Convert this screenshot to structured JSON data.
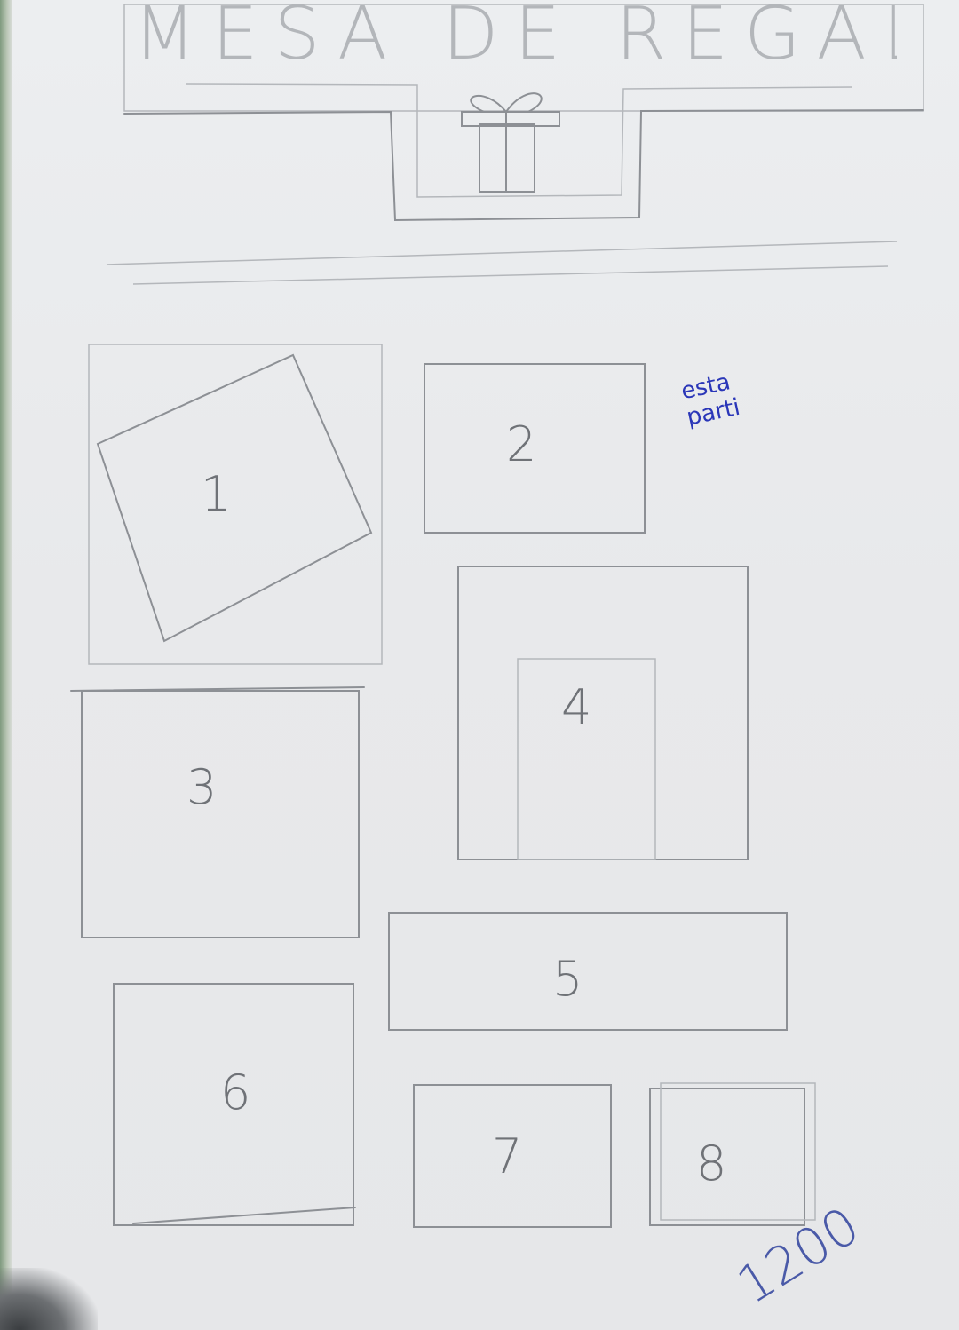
{
  "header": {
    "title": "MESA DE REGALO"
  },
  "boxes": [
    {
      "label": "1"
    },
    {
      "label": "2"
    },
    {
      "label": "3"
    },
    {
      "label": "4"
    },
    {
      "label": "5"
    },
    {
      "label": "6"
    },
    {
      "label": "7"
    },
    {
      "label": "8"
    }
  ],
  "note": {
    "line1": "esta",
    "line2": "parti"
  },
  "page_number": "1200",
  "colors": {
    "pencil": "#8d9095",
    "ink": "#2a36b8",
    "paper": "#e9eaec"
  },
  "icons": [
    "gift-box-icon"
  ]
}
